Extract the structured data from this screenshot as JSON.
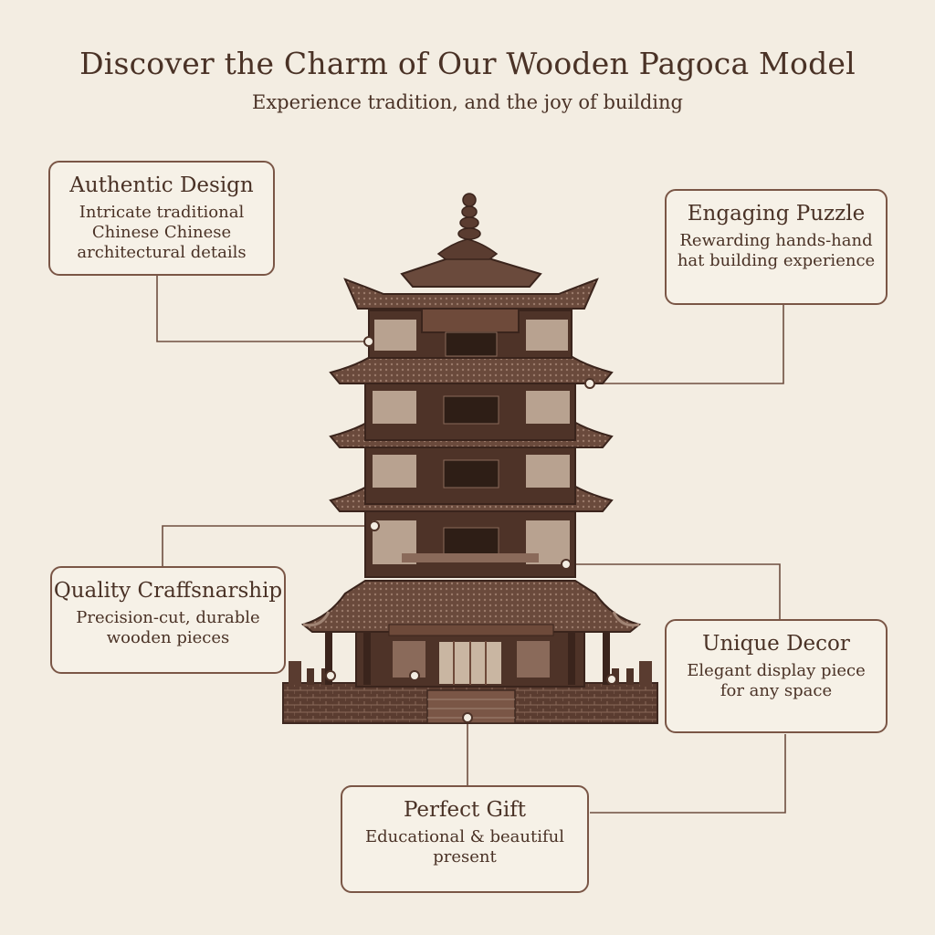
{
  "header": {
    "title": "Discover the Charm of Our Wooden Pagoca Model",
    "subtitle": "Experience tradition, and the joy of building"
  },
  "features": [
    {
      "title": "Authentic Design",
      "text": "Intricate traditional Chinese Chinese architectural details"
    },
    {
      "title": "Engaging Puzzle",
      "text": "Rewarding hands-hand hat building experience"
    },
    {
      "title": "Quality Craffsnarship",
      "text": "Precision-cut, durable wooden pieces"
    },
    {
      "title": "Unique Decor",
      "text": "Elegant display piece for any space"
    },
    {
      "title": "Perfect Gift",
      "text": "Educational & beautiful present"
    }
  ],
  "colors": {
    "background": "#f3ede2",
    "text": "#4a3226",
    "border": "#7a5646",
    "wood_dark": "#4e3328",
    "wood_mid": "#6e4a3a",
    "wood_light": "#a08474"
  },
  "icons": [
    "pagoda-model-illustration"
  ]
}
